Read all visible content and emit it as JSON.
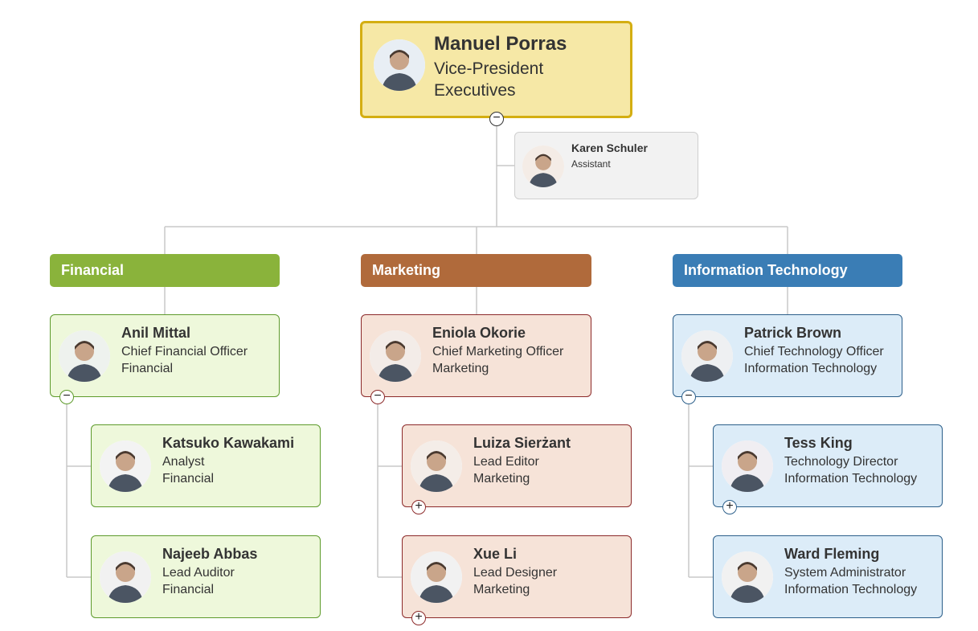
{
  "root": {
    "name": "Manuel Porras",
    "title": "Vice-President",
    "department": "Executives",
    "toggle": "−"
  },
  "assistant": {
    "name": "Karen Schuler",
    "title": "Assistant"
  },
  "departments": [
    {
      "label": "Financial",
      "color": "#8ab33b",
      "head": {
        "name": "Anil Mittal",
        "title": "Chief Financial Officer",
        "department": "Financial",
        "toggle": "−"
      },
      "members": [
        {
          "name": "Katsuko Kawakami",
          "title": "Analyst",
          "department": "Financial"
        },
        {
          "name": "Najeeb Abbas",
          "title": "Lead Auditor",
          "department": "Financial"
        }
      ]
    },
    {
      "label": "Marketing",
      "color": "#b06a3b",
      "head": {
        "name": "Eniola Okorie",
        "title": "Chief Marketing Officer",
        "department": "Marketing",
        "toggle": "−"
      },
      "members": [
        {
          "name": "Luiza Sierżant",
          "title": "Lead Editor",
          "department": "Marketing",
          "toggle": "+"
        },
        {
          "name": "Xue Li",
          "title": "Lead Designer",
          "department": "Marketing",
          "toggle": "+"
        }
      ]
    },
    {
      "label": "Information Technology",
      "color": "#3a7db5",
      "head": {
        "name": "Patrick Brown",
        "title": "Chief Technology Officer",
        "department": "Information Technology",
        "toggle": "−"
      },
      "members": [
        {
          "name": "Tess King",
          "title": "Technology Director",
          "department": "Information Technology",
          "toggle": "+"
        },
        {
          "name": "Ward Fleming",
          "title": "System Administrator",
          "department": "Information Technology"
        }
      ]
    }
  ],
  "colors": {
    "line": "#c8c8c8",
    "root_fill": "#f6e8a6",
    "root_border": "#d4ae12"
  }
}
